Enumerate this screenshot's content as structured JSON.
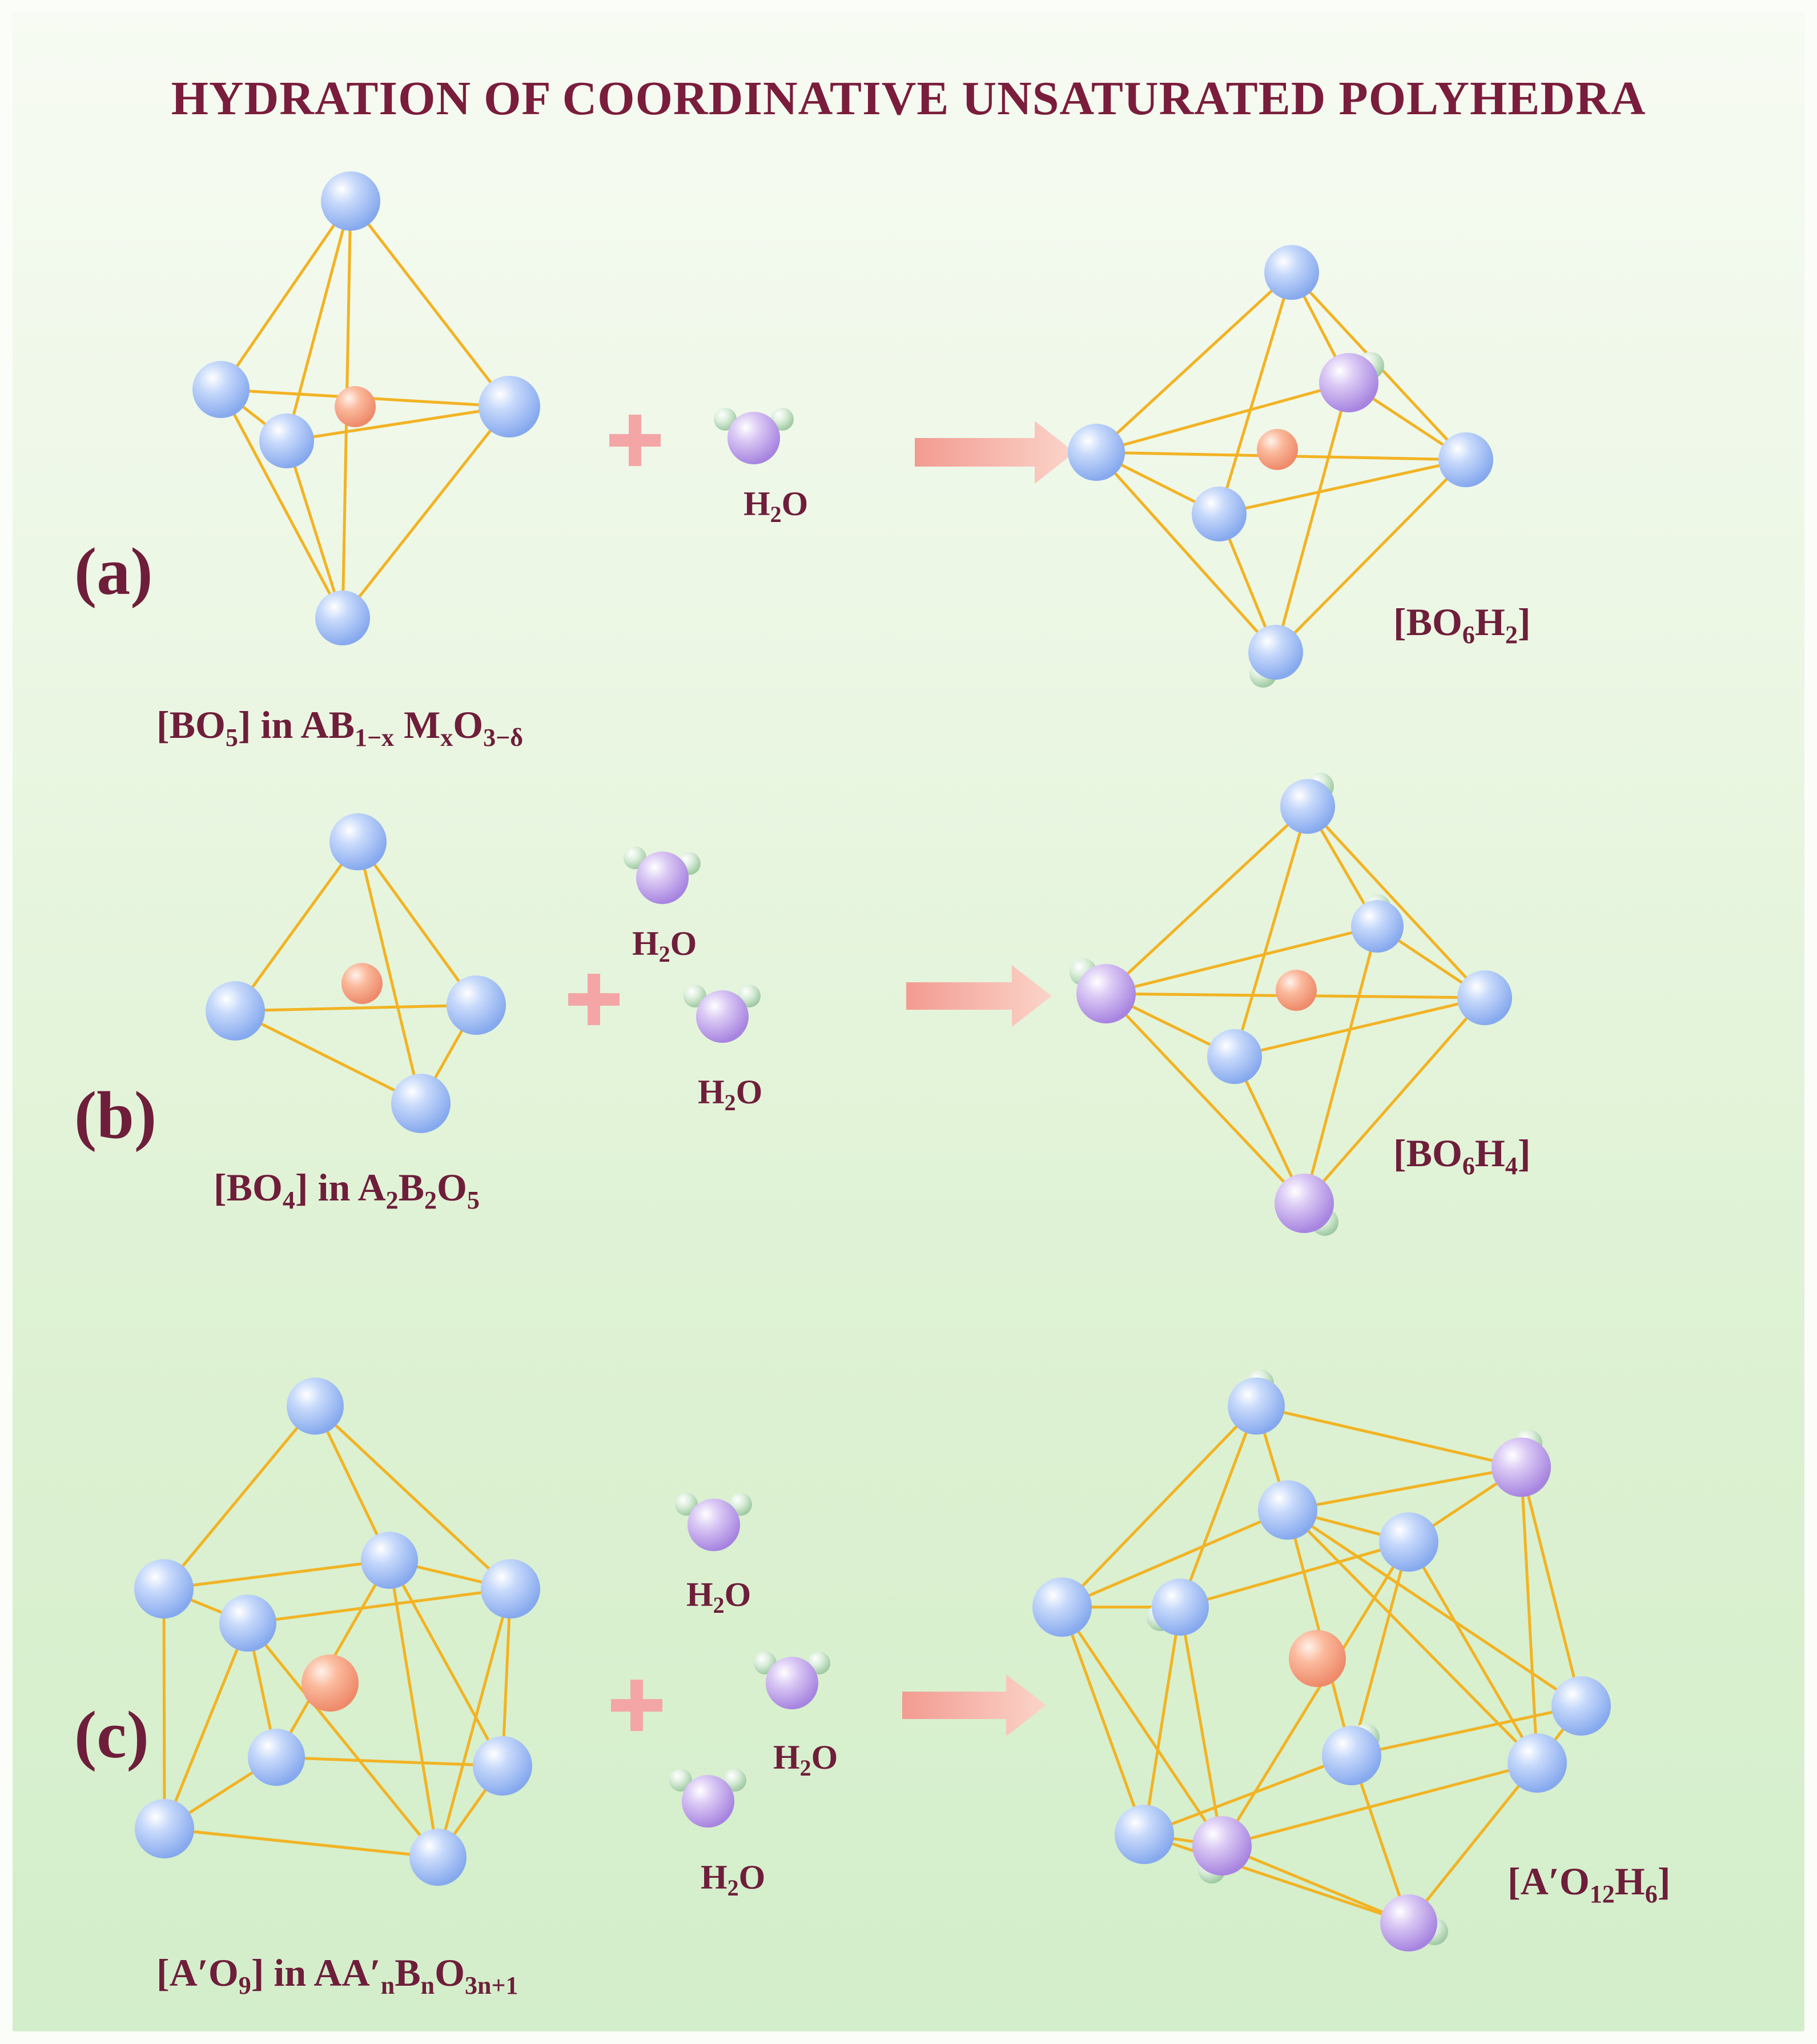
{
  "title": "HYDRATION OF COORDINATIVE UNSATURATED POLYHEDRA",
  "colors": {
    "title": "#7a1d3c",
    "labels": "#6e1e3a",
    "bonds": "#f2b324",
    "oxygen": "#9bbcf2",
    "water_oxygen": "#b89ae6",
    "hydrogen": "#bfe0c0",
    "center_cation": "#f59a7c",
    "plus_sign": "#f4a6a6",
    "arrow": "#f6b0a8"
  },
  "panels": [
    {
      "letter": "(a)",
      "reactant": {
        "pre": "[BO",
        "s1": "5",
        "mid": "] in  AB",
        "s2": "1−x",
        "mid2": " M",
        "s3": "x",
        "mid3": "O",
        "s4": "3−δ"
      },
      "water": [
        {
          "pre": "H",
          "sub": "2",
          "post": "O"
        }
      ],
      "product": {
        "pre": "[BO",
        "s1": "6",
        "mid": "H",
        "s2": "2",
        "post": "]"
      }
    },
    {
      "letter": "(b)",
      "reactant": {
        "pre": "[BO",
        "s1": "4",
        "mid": "] in A",
        "s2": "2",
        "mid2": "B",
        "s3": "2",
        "mid3": "O",
        "s4": "5"
      },
      "water": [
        {
          "pre": "H",
          "sub": "2",
          "post": "O"
        },
        {
          "pre": "H",
          "sub": "2",
          "post": "O"
        }
      ],
      "product": {
        "pre": "[BO",
        "s1": "6",
        "mid": "H",
        "s2": "4",
        "post": "]"
      }
    },
    {
      "letter": "(c)",
      "reactant": {
        "pre": "[A′O",
        "s1": "9",
        "mid": "] in AA′",
        "s2": "n",
        "mid2": "B",
        "s3": "n",
        "mid3": "O",
        "s4": "3n+1"
      },
      "water": [
        {
          "pre": "H",
          "sub": "2",
          "post": "O"
        },
        {
          "pre": "H",
          "sub": "2",
          "post": "O"
        },
        {
          "pre": "H",
          "sub": "2",
          "post": "O"
        }
      ],
      "product": {
        "pre": "[A′O",
        "s1": "12",
        "mid": "H",
        "s2": "6",
        "post": "]"
      }
    }
  ]
}
